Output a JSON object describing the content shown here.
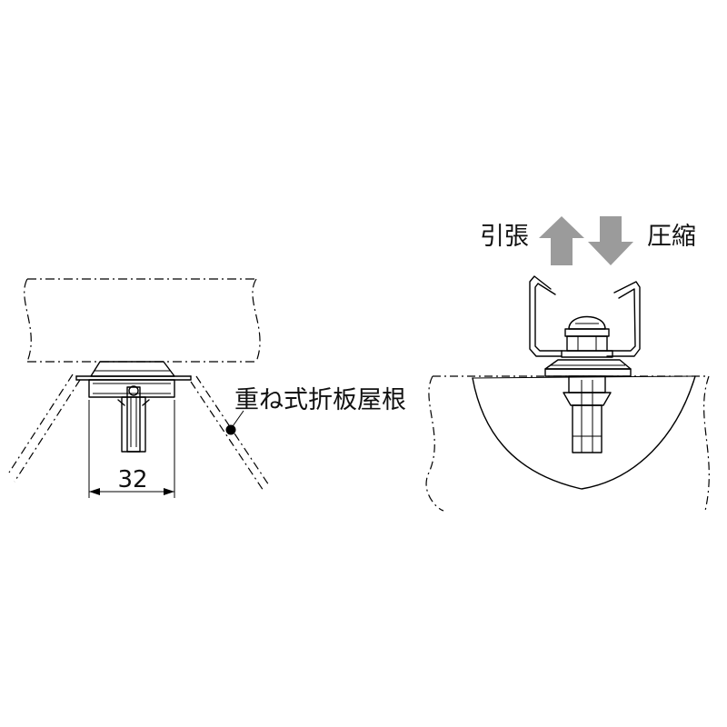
{
  "labels": {
    "roof_type": "重ね式折板屋根",
    "dimension": "32",
    "tension": "引張",
    "compression": "圧縮"
  },
  "colors": {
    "line": "#000000",
    "arrow": "#9b9b9b",
    "background": "#ffffff"
  }
}
